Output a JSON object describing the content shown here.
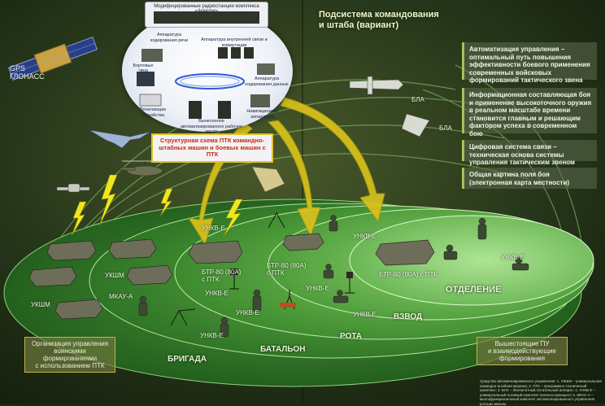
{
  "title": "Подсистема командования\nи штаба (вариант)",
  "gps_label": "GPS\nГЛОНАСС",
  "complex": {
    "top_label": "Модифицированные радиостанции комплекса «Акведук»",
    "items": [
      "Аппаратура кодирования речи",
      "Аппаратура внутренней связи и коммутации",
      "Бортовые ЭВМ",
      "Аппаратура кодирования данных",
      "Печатающие устройства",
      "Вынесенное автоматизированное рабочее место",
      "Навигационная аппаратура"
    ],
    "caption": "Структурная схема ПТК командно-штабных машин и боевых машин с ПТК"
  },
  "panels": [
    "Автоматизация управления – оптимальный путь повышения эффективности боевого применения современных войсковых формирований тактического звена",
    "Информационная составляющая боя и применение высокоточного оружия в реальном масштабе времени становится главным и решающим фактором успеха в современном бою",
    "Цифровая система связи – техническая основа системы управления тактическим звеном",
    "Общая картина поля боя (электронная карта местности)"
  ],
  "uav_labels": [
    "БЛА",
    "БЛА"
  ],
  "levels": [
    "БРИГАДА",
    "БАТАЛЬОН",
    "РОТА",
    "ВЗВОД",
    "ОТДЕЛЕНИЕ"
  ],
  "unit_labels": {
    "ukshm": "УКШМ",
    "mkau": "МКАУ-А",
    "ukshm2": "УКШМ",
    "btr_bat": "БТР-80 (80А)\nс ПТК",
    "btr_rota": "БТР-80 (80А)\nс ПТК",
    "btr_otd": "БТР-80 (80А) с ПТК",
    "unkv": "УНКВ-Е"
  },
  "bottom": {
    "left": "Организация управления\nвоинскими формированиями\nс использованием ПТК",
    "right": "Вышестоящие ПУ\nи взаимодействующие\nформирования"
  },
  "footnote": "Средства автоматизированного управления: 1. УКШМ – универсальная командно-штабная машина; 2. ПТК – программно-технический комплекс; 3. БЛА – беспилотный летательный аппарат; 4. УНКВ-Е – универсальный носимый комплект военнослужащего; 5. МКАУ-А – многофункциональный комплект автоматизированного управления ротным звеном",
  "colors": {
    "background": "#1d2a12",
    "ellipse_outer": "#2f7a24",
    "ellipse_inner": "#8fd07a",
    "arrow": "#d8c21c",
    "lightning": "#f1e61d"
  }
}
